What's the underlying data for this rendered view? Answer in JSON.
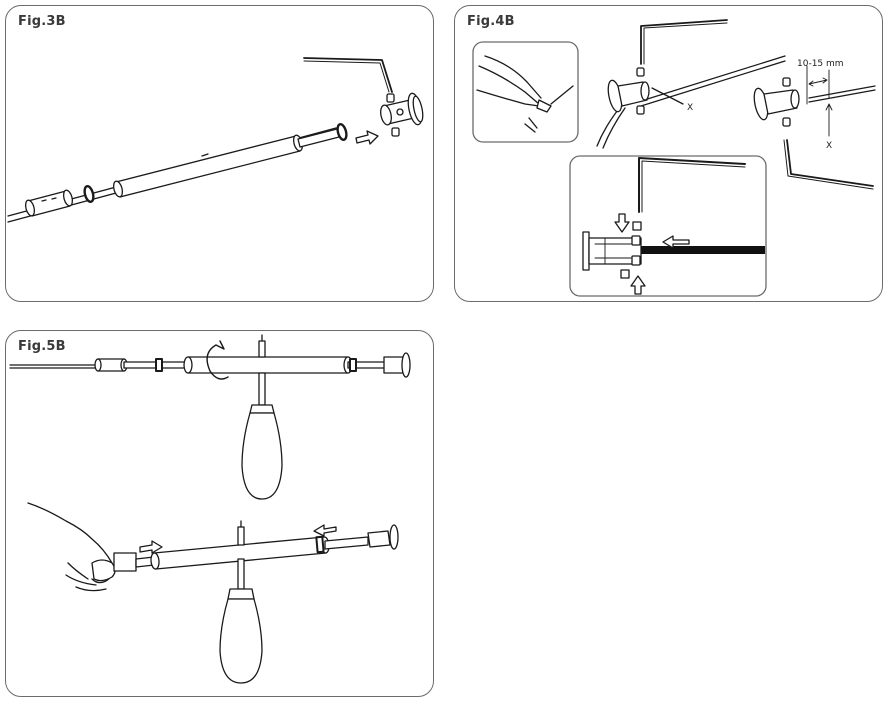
{
  "figures": [
    {
      "id": "fig3b",
      "label": "Fig.3B"
    },
    {
      "id": "fig4b",
      "label": "Fig.4B"
    },
    {
      "id": "fig5b",
      "label": "Fig.5B"
    }
  ],
  "annotations": {
    "gap": "10-15 mm",
    "cut_mark_left": "X",
    "cut_mark_right": "X"
  },
  "colors": {
    "border": "#6b6b6b",
    "line": "#1a1a1a",
    "background": "#ffffff"
  }
}
